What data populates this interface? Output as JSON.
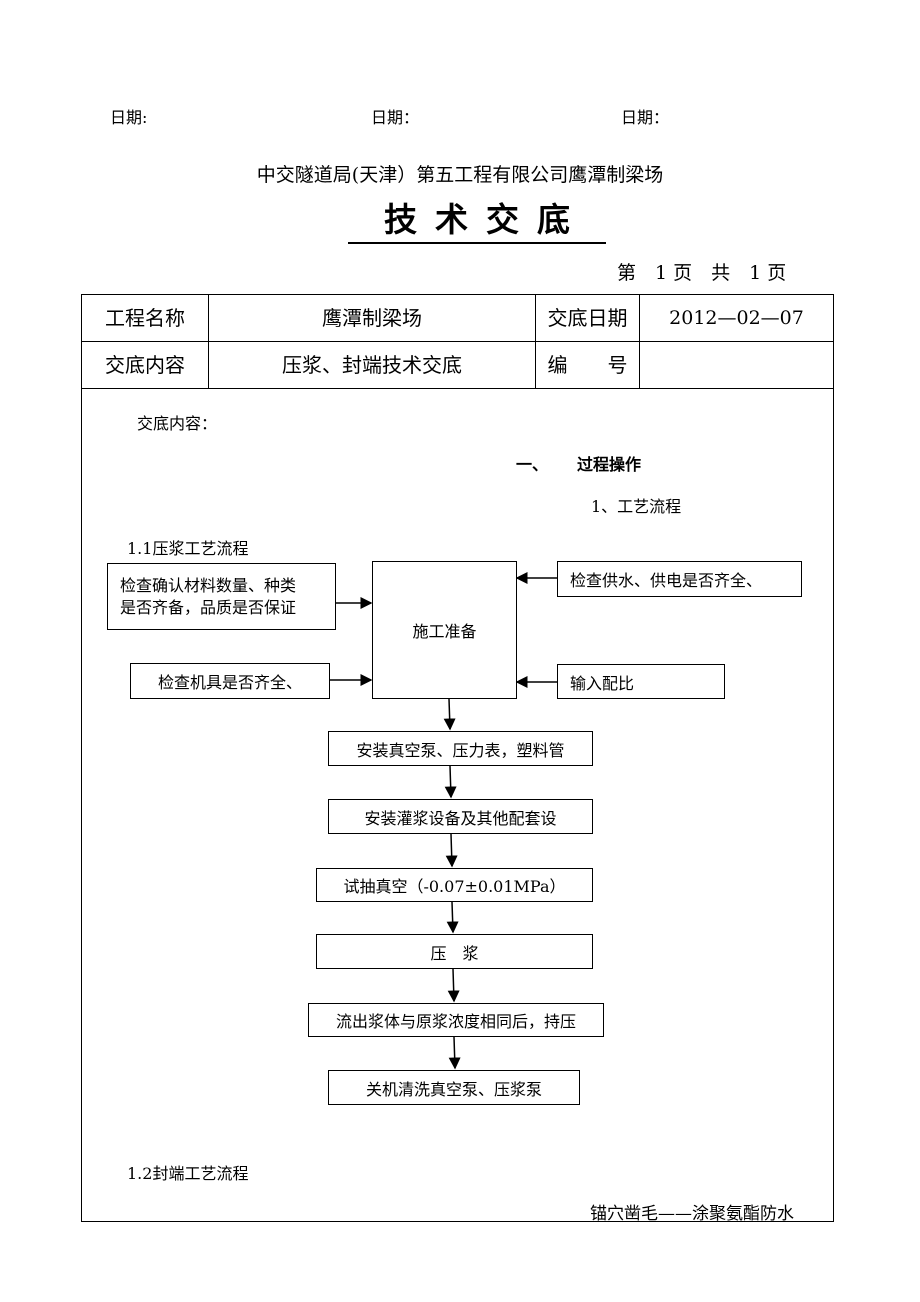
{
  "header": {
    "date_labels": [
      "日期:",
      "日期：",
      "日期："
    ],
    "company": "中交隧道局(天津）第五工程有限公司鹰潭制梁场",
    "title": "技术交底",
    "page_info": "第　1 页　共　1 页"
  },
  "table": {
    "row1": {
      "label1": "工程名称",
      "value1": "鹰潭制梁场",
      "label2": "交底日期",
      "value2": "2012—02—07"
    },
    "row2": {
      "label1": "交底内容",
      "value1": "压浆、封端技术交底",
      "label2": "编　　号",
      "value2": ""
    }
  },
  "content": {
    "intro": "交底内容：",
    "section_heading_num": "一、",
    "section_heading": "过程操作",
    "subheading": "1、工艺流程",
    "flow1_title": "1.1压浆工艺流程",
    "flow1": {
      "check_materials": "检查确认材料数量、种类\n是否齐备，品质是否保证",
      "check_water_power": "检查供水、供电是否齐全、",
      "prep": "施工准备",
      "check_tools": "检查机具是否齐全、",
      "input_ratio": "输入配比",
      "steps": [
        "安装真空泵、压力表，塑料管",
        "安装灌浆设备及其他配套设",
        "试抽真空（-0.07±0.01MPa）",
        "压　浆",
        "流出浆体与原浆浓度相同后，持压",
        "关机清洗真空泵、压浆泵"
      ]
    },
    "flow2_title": "1.2封端工艺流程",
    "flow2_start": "锚穴凿毛——涂聚氨酯防水"
  }
}
